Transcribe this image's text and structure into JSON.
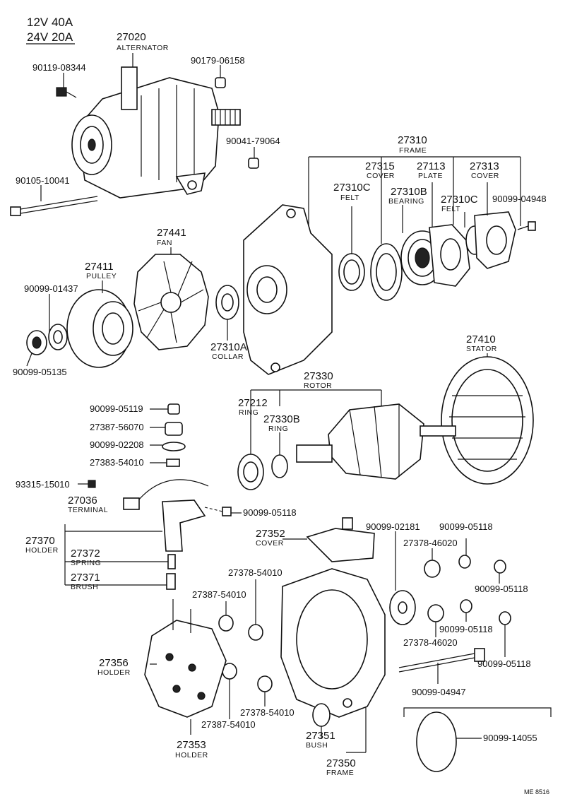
{
  "header": {
    "line1": "12V 40A",
    "line2": "24V 20A"
  },
  "footer_code": "ME 8516",
  "parts": {
    "p27020": {
      "num": "27020",
      "name": "ALTERNATOR"
    },
    "p90119_08344": {
      "num": "90119-08344"
    },
    "p90179_06158": {
      "num": "90179-06158"
    },
    "p90041_79064": {
      "num": "90041-79064"
    },
    "p90105_10041": {
      "num": "90105-10041"
    },
    "p27310": {
      "num": "27310",
      "name": "FRAME"
    },
    "p27315": {
      "num": "27315",
      "name": "COVER"
    },
    "p27113": {
      "num": "27113",
      "name": "PLATE"
    },
    "p27313": {
      "num": "27313",
      "name": "COVER"
    },
    "p27310C_a": {
      "num": "27310C",
      "name": "FELT"
    },
    "p27310B": {
      "num": "27310B",
      "name": "BEARING"
    },
    "p27310C_b": {
      "num": "27310C",
      "name": "FELT"
    },
    "p90099_04948": {
      "num": "90099-04948"
    },
    "p27441": {
      "num": "27441",
      "name": "FAN"
    },
    "p27411": {
      "num": "27411",
      "name": "PULLEY"
    },
    "p90099_01437": {
      "num": "90099-01437"
    },
    "p90099_05135": {
      "num": "90099-05135"
    },
    "p27310A": {
      "num": "27310A",
      "name": "COLLAR"
    },
    "p27410": {
      "num": "27410",
      "name": "STATOR"
    },
    "p27330": {
      "num": "27330",
      "name": "ROTOR"
    },
    "p27212": {
      "num": "27212",
      "name": "RING"
    },
    "p27330B": {
      "num": "27330B",
      "name": "RING"
    },
    "p90099_05119": {
      "num": "90099-05119"
    },
    "p27387_56070": {
      "num": "27387-56070"
    },
    "p90099_02208": {
      "num": "90099-02208"
    },
    "p27383_54010": {
      "num": "27383-54010"
    },
    "p93315_15010": {
      "num": "93315-15010"
    },
    "p27036": {
      "num": "27036",
      "name": "TERMINAL"
    },
    "p90099_05118_a": {
      "num": "90099-05118"
    },
    "p27370": {
      "num": "27370",
      "name": "HOLDER"
    },
    "p27372": {
      "num": "27372",
      "name": "SPRING"
    },
    "p27371": {
      "num": "27371",
      "name": "BRUSH"
    },
    "p27352": {
      "num": "27352",
      "name": "COVER"
    },
    "p90099_02181": {
      "num": "90099-02181"
    },
    "p90099_05118_b": {
      "num": "90099-05118"
    },
    "p27378_46020_a": {
      "num": "27378-46020"
    },
    "p90099_05118_c": {
      "num": "90099-05118"
    },
    "p27378_54010_a": {
      "num": "27378-54010"
    },
    "p27387_54010_a": {
      "num": "27387-54010"
    },
    "p90099_05118_d": {
      "num": "90099-05118"
    },
    "p27378_46020_b": {
      "num": "27378-46020"
    },
    "p90099_05118_e": {
      "num": "90099-05118"
    },
    "p27356": {
      "num": "27356",
      "name": "HOLDER"
    },
    "p90099_04947": {
      "num": "90099-04947"
    },
    "p27378_54010_b": {
      "num": "27378-54010"
    },
    "p27387_54010_b": {
      "num": "27387-54010"
    },
    "p27353": {
      "num": "27353",
      "name": "HOLDER"
    },
    "p27351": {
      "num": "27351",
      "name": "BUSH"
    },
    "p27350": {
      "num": "27350",
      "name": "FRAME"
    },
    "p90099_14055": {
      "num": "90099-14055"
    }
  }
}
